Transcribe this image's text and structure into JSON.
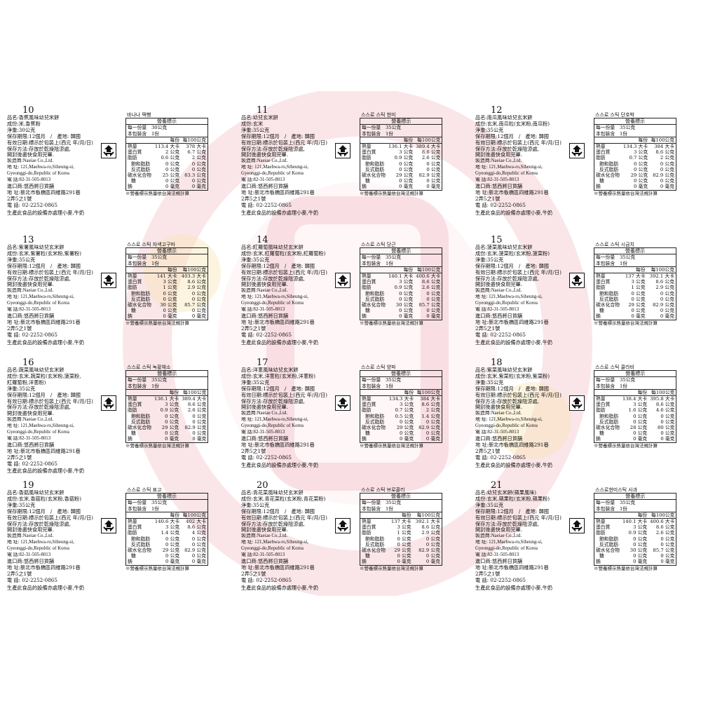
{
  "common": {
    "storage": "保存期限:12個月　/　產地: 韓國",
    "expiry": "有效日期:標示於包裝上(西元 年/月/日)",
    "method": "保存方法:存放於乾燥陰涼處,",
    "method2": "開封後盡快食用完畢.",
    "maker": "製造商:Naeiae Co.,Ltd.",
    "addr1": "地 址: 121,Maehwa-ro,Siheung-si,",
    "addr2": "Gyeonggi-do,Republic of Korea",
    "tel": "電 話:82-31-505-8013",
    "importer": "進口商:悠西將日貨舖",
    "iaddr": "地 址:新北市板橋區四維路291巷",
    "iaddr2": "2弄5之1號",
    "itel": "電 話: 02-2252-0865",
    "allergen": "生產此食品的設備亦處理小麥,牛奶",
    "nut_title": "營養標示",
    "serving": "每一份量　35公克",
    "pack": "本包裝含　1份",
    "col_per": "每份",
    "col_100": "每100公克",
    "foot": "※營養標示熱量依台灣法規計算",
    "n_energy": "熱量",
    "n_protein": "蛋白質",
    "n_fat": "脂肪",
    "n_sat": "飽和脂肪",
    "n_trans": "反式脂肪",
    "n_carb": "碳水化合物",
    "n_sugar": "糖",
    "n_sodium": "鈉"
  },
  "panels": [
    {
      "num": "10",
      "name": "品名:香蕉風味幼兒米餅",
      "ing": "成份:米,香蕉粉",
      "ing2": "",
      "weight": "淨重:30公克",
      "ktitle": "바나나 떡뻥",
      "serving": "每一份量　30公克",
      "vals": [
        [
          "113.4 大卡",
          "378 大卡"
        ],
        [
          "2 公克",
          "6.7 公克"
        ],
        [
          "0.6 公克",
          "2 公克"
        ],
        [
          "0 公克",
          "0 公克"
        ],
        [
          "0 公克",
          "0 公克"
        ],
        [
          "25 公克",
          "83.3 公克"
        ],
        [
          "0 公克",
          "0 公克"
        ],
        [
          "0 毫克",
          "0 毫克"
        ]
      ]
    },
    {
      "num": "11",
      "name": "品名:幼兒玄米餅",
      "ing": "成份:玄米",
      "ing2": "",
      "weight": "淨重:35公克",
      "ktitle": "스스로 스틱 현미",
      "serving": "每一份量　35公克",
      "vals": [
        [
          "136.1 大卡",
          "389.4 大卡"
        ],
        [
          "3 公克",
          "8.6 公克"
        ],
        [
          "0.9 公克",
          "2.6 公克"
        ],
        [
          "0 公克",
          "0 公克"
        ],
        [
          "0 公克",
          "0 公克"
        ],
        [
          "29 公克",
          "82.9 公克"
        ],
        [
          "0 公克",
          "0 公克"
        ],
        [
          "0 毫克",
          "0 毫克"
        ]
      ]
    },
    {
      "num": "12",
      "name": "品名:南瓜風味幼兒玄米餅",
      "ing": "成份:玄米,南瓜粒(玄米粉,南瓜粉)",
      "ing2": "",
      "weight": "淨重:35公克",
      "ktitle": "스스로 스틱 단호박",
      "serving": "每一份量　35公克",
      "vals": [
        [
          "134.3 大卡",
          "384 大卡"
        ],
        [
          "3 公克",
          "8.6 公克"
        ],
        [
          "0.7 公克",
          "2 公克"
        ],
        [
          "0 公克",
          "0 公克"
        ],
        [
          "0 公克",
          "0 公克"
        ],
        [
          "29 公克",
          "82.9 公克"
        ],
        [
          "0 公克",
          "0 公克"
        ],
        [
          "0 毫克",
          "0 毫克"
        ]
      ]
    },
    {
      "num": "13",
      "name": "品名:紫薯風味幼兒玄米餅",
      "ing": "成份:玄米,紫薯粒(玄米粉,紫薯粉)",
      "ing2": "",
      "weight": "淨重:35公克",
      "ktitle": "스스로 스틱 자색고구마",
      "serving": "每一份量　35公克",
      "vals": [
        [
          "141 大卡",
          "403.3 大卡"
        ],
        [
          "3 公克",
          "8.6 公克"
        ],
        [
          "1 公克",
          "2.9 公克"
        ],
        [
          "0 公克",
          "0 公克"
        ],
        [
          "0 公克",
          "0 公克"
        ],
        [
          "30 公克",
          "85.7 公克"
        ],
        [
          "0 公克",
          "0 公克"
        ],
        [
          "0 毫克",
          "0 毫克"
        ]
      ]
    },
    {
      "num": "14",
      "name": "品名:紅蘿蔔風味幼兒玄米餅",
      "ing": "成份:玄米,紅蘿蔔粒(玄米粉,紅蘿蔔粉)",
      "ing2": "",
      "weight": "淨重:35公克",
      "ktitle": "스스로 스틱 당근",
      "serving": "每一份量　35公克",
      "vals": [
        [
          "140.1 大卡",
          "400.6 大卡"
        ],
        [
          "3 公克",
          "8.6 公克"
        ],
        [
          "0.9 公克",
          "2.6 公克"
        ],
        [
          "0 公克",
          "0 公克"
        ],
        [
          "0 公克",
          "0 公克"
        ],
        [
          "30 公克",
          "85.7 公克"
        ],
        [
          "0 公克",
          "0 公克"
        ],
        [
          "0 毫克",
          "0 毫克"
        ]
      ]
    },
    {
      "num": "15",
      "name": "品名:菠菜風味幼兒玄米餅",
      "ing": "成份:玄米,菠菜粒(玄米粉,菠菜粉)",
      "ing2": "",
      "weight": "淨重:35公克",
      "ktitle": "스스로 스틱 시금치",
      "serving": "每一份量　35公克",
      "vals": [
        [
          "137 大卡",
          "392.1 大卡"
        ],
        [
          "3 公克",
          "8.6 公克"
        ],
        [
          "1 公克",
          "2.9 公克"
        ],
        [
          "0 公克",
          "0 公克"
        ],
        [
          "0 公克",
          "0 公克"
        ],
        [
          "29 公克",
          "82.9 公克"
        ],
        [
          "0 公克",
          "0 公克"
        ],
        [
          "0 毫克",
          "0 毫克"
        ]
      ]
    },
    {
      "num": "16",
      "name": "品名:蔬菜風味幼兒玄米餅",
      "ing": "成份:玄米,蔬菜粒(玄米粉,菠菜粉,",
      "ing2": "紅蘿蔔粉,洋蔥粉)",
      "weight": "淨重:35公克",
      "ktitle": "스스로 스틱 녹황채소",
      "serving": "每一份量　35公克",
      "vals": [
        [
          "136.1 大卡",
          "389.4 大卡"
        ],
        [
          "3 公克",
          "8.6 公克"
        ],
        [
          "0.9 公克",
          "2.6 公克"
        ],
        [
          "0 公克",
          "0 公克"
        ],
        [
          "0 公克",
          "0 公克"
        ],
        [
          "29 公克",
          "82.9 公克"
        ],
        [
          "0 公克",
          "0 公克"
        ],
        [
          "0 毫克",
          "0 毫克"
        ]
      ]
    },
    {
      "num": "17",
      "name": "品名:洋蔥風味幼兒玄米餅",
      "ing": "成份:玄米,洋蔥粒(玄米粉,洋蔥粉)",
      "ing2": "",
      "weight": "淨重:35公克",
      "ktitle": "스스로 스틱 양파",
      "serving": "每一份量　35公克",
      "vals": [
        [
          "134.3 大卡",
          "384 大卡"
        ],
        [
          "3 公克",
          "8.6 公克"
        ],
        [
          "0.7 公克",
          "2 公克"
        ],
        [
          "0.5 公克",
          "1.4 公克"
        ],
        [
          "0 公克",
          "0 公克"
        ],
        [
          "29 公克",
          "82.9 公克"
        ],
        [
          "0 公克",
          "0 公克"
        ],
        [
          "0 毫克",
          "0 毫克"
        ]
      ]
    },
    {
      "num": "18",
      "name": "品名:紫菜風味幼兒玄米餅",
      "ing": "成份:玄米,紫菜粒(玄米粉,紫菜粉)",
      "ing2": "",
      "weight": "淨重:35公克",
      "ktitle": "스스로 스틱 콜라비",
      "serving": "每一份量　35公克",
      "vals": [
        [
          "138.4 大卡",
          "395.8 大卡"
        ],
        [
          "3 公克",
          "8.6 公克"
        ],
        [
          "1.6 公克",
          "4.6 公克"
        ],
        [
          "0 公克",
          "0 公克"
        ],
        [
          "0 公克",
          "0 公克"
        ],
        [
          "28 公克",
          "80 公克"
        ],
        [
          "0 公克",
          "0 公克"
        ],
        [
          "0 毫克",
          "0 毫克"
        ]
      ]
    },
    {
      "num": "19",
      "name": "品名:香菇風味幼兒玄米餅",
      "ing": "成份:玄米,香菇粒(玄米粉,香菇粉)",
      "ing2": "",
      "weight": "淨重:35公克",
      "ktitle": "스스로 스틱 표고",
      "serving": "每一份量　35公克",
      "vals": [
        [
          "140.6 大卡",
          "402 大卡"
        ],
        [
          "3 公克",
          "8.6 公克"
        ],
        [
          "1.4 公克",
          "4 公克"
        ],
        [
          "0 公克",
          "0 公克"
        ],
        [
          "0 公克",
          "0 公克"
        ],
        [
          "29 公克",
          "82.9 公克"
        ],
        [
          "0 公克",
          "0 公克"
        ],
        [
          "0 毫克",
          "0 毫克"
        ]
      ]
    },
    {
      "num": "20",
      "name": "品名:青花菜風味幼兒玄米餅",
      "ing": "成份:玄米,青花菜粒(玄米粉,青花菜粉)",
      "ing2": "",
      "weight": "淨重:35公克",
      "ktitle": "스스로 스틱 브로콜리",
      "serving": "每一份量　35公克",
      "vals": [
        [
          "137 大卡",
          "392.1 大卡"
        ],
        [
          "3 公克",
          "8.6 公克"
        ],
        [
          "1 公克",
          "2.9 公克"
        ],
        [
          "0 公克",
          "0 公克"
        ],
        [
          "0 公克",
          "0 公克"
        ],
        [
          "29 公克",
          "82.9 公克"
        ],
        [
          "0 公克",
          "0 公克"
        ],
        [
          "0 毫克",
          "0 毫克"
        ]
      ]
    },
    {
      "num": "21",
      "name": "品名:幼兒玄米餅(蘋果風味)",
      "ing": "成份:玄米,蘋果粒(玄米粉,蘋果粉)",
      "ing2": "",
      "weight": "淨重:35公克",
      "ktitle": "스스로현미스틱 사과",
      "serving": "每一份量　35公克",
      "vals": [
        [
          "140.1 大卡",
          "400.6 大卡"
        ],
        [
          "3 公克",
          "8.6 公克"
        ],
        [
          "0.9 公克",
          "2.6 公克"
        ],
        [
          "0 公克",
          "0 公克"
        ],
        [
          "0 公克",
          "0 公克"
        ],
        [
          "30 公克",
          "85.7 公克"
        ],
        [
          "0 公克",
          "0 公克"
        ],
        [
          "0 毫克",
          "0 毫克"
        ]
      ]
    }
  ]
}
